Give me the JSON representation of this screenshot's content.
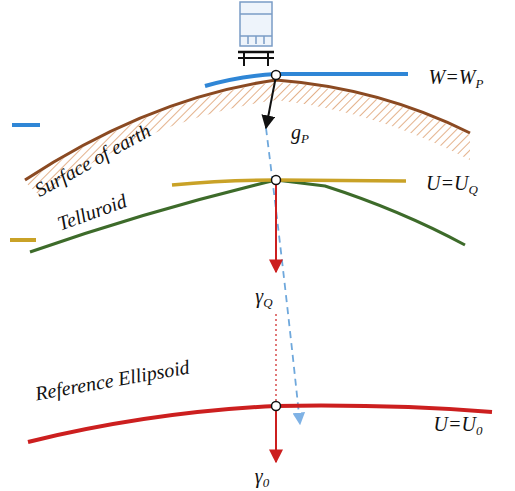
{
  "diagram": {
    "labels": [
      "W=WP",
      "Surface of earth",
      "gP",
      "Telluroid",
      "U=UQ",
      "γQ",
      "Reference Ellipsoid",
      "U=U0",
      "γ0"
    ]
  }
}
